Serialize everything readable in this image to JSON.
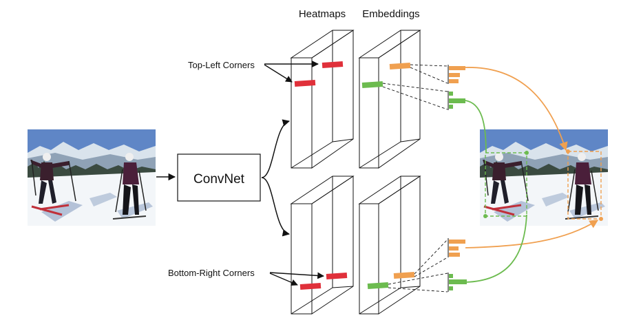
{
  "labels": {
    "heatmaps": "Heatmaps",
    "embeddings": "Embeddings",
    "top_left": "Top-Left Corners",
    "bottom_right": "Bottom-Right Corners",
    "convnet": "ConvNet"
  },
  "colors": {
    "red": "#e0303a",
    "orange": "#f0a050",
    "green": "#6cbb4f",
    "ink": "#111111"
  },
  "icons": {
    "input_photo": "ski-photo-two-people",
    "output_photo": "ski-photo-with-boxes"
  }
}
